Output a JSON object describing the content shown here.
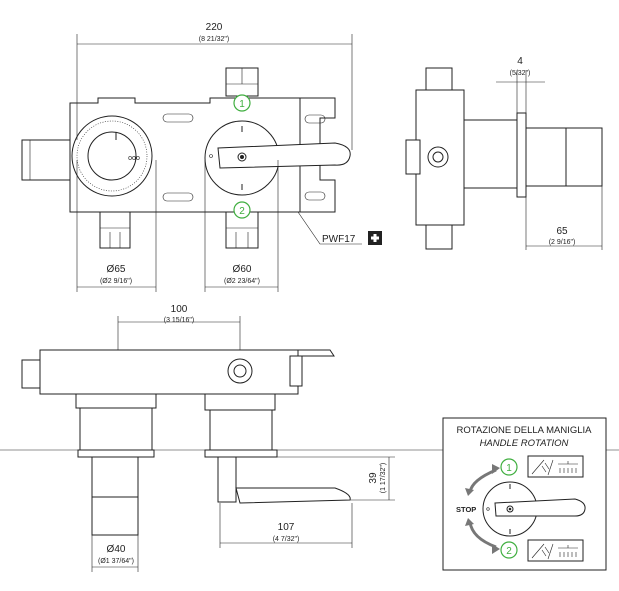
{
  "dimensions": {
    "width_total": {
      "mm": "220",
      "inch": "(8 21/32\")"
    },
    "left_dial_dia": {
      "mm": "Ø65",
      "inch": "(Ø2 9/16\")"
    },
    "right_dial_dia": {
      "mm": "Ø60",
      "inch": "(Ø2 23/64\")"
    },
    "plate_thickness": {
      "mm": "4",
      "inch": "(5/32\")"
    },
    "side_depth": {
      "mm": "65",
      "inch": "(2 9/16\")"
    },
    "center_distance": {
      "mm": "100",
      "inch": "(3 15/16\")"
    },
    "handle_height": {
      "mm": "39",
      "inch": "(1 17/32\")"
    },
    "handle_length": {
      "mm": "107",
      "inch": "(4 7/32\")"
    },
    "knob_dia": {
      "mm": "Ø40",
      "inch": "(Ø1 37/64\")"
    }
  },
  "part_code": "PWF17",
  "plus_icon": "plus-icon",
  "outlets": {
    "one": "1",
    "two": "2"
  },
  "legend": {
    "title_it": "ROTAZIONE DELLA MANIGLIA",
    "title_en": "HANDLE ROTATION",
    "stop_label": "STOP",
    "outlet_1": "1",
    "outlet_2": "2"
  },
  "colors": {
    "outlet_circle": "#3fae3f",
    "arrow": "#777777"
  }
}
